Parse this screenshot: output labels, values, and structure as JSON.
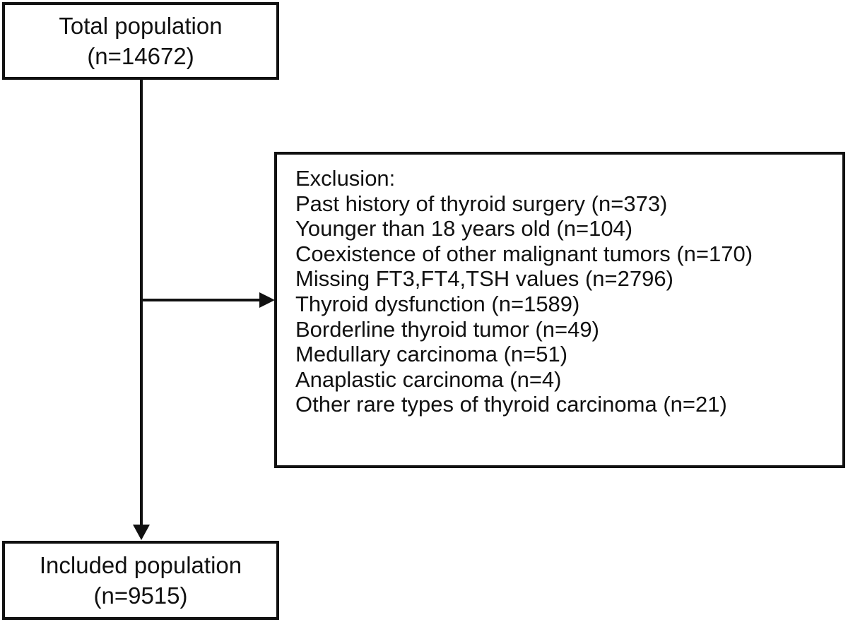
{
  "total_population": {
    "label": "Total population",
    "count": "(n=14672)"
  },
  "exclusion": {
    "heading": "Exclusion:",
    "items": [
      "Past history of thyroid surgery (n=373)",
      "Younger than 18 years old (n=104)",
      "Coexistence of other malignant tumors (n=170)",
      "Missing FT3,FT4,TSH values (n=2796)",
      "Thyroid dysfunction (n=1589)",
      "Borderline thyroid tumor (n=49)",
      "Medullary carcinoma (n=51)",
      "Anaplastic carcinoma (n=4)",
      "Other rare types of thyroid carcinoma (n=21)"
    ]
  },
  "included_population": {
    "label": "Included population",
    "count": "(n=9515)"
  },
  "colors": {
    "stroke": "#111111",
    "background": "#ffffff"
  }
}
